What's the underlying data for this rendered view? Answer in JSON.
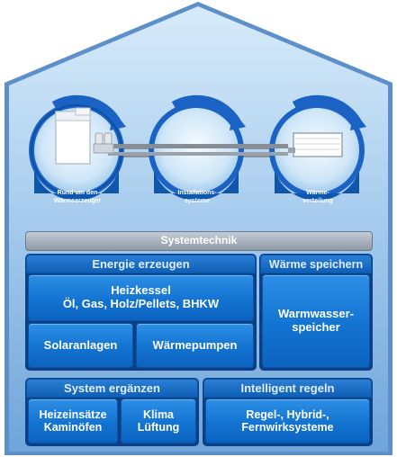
{
  "loops": [
    {
      "caption_1": "Rund um den",
      "caption_2": "Wärmeerzeuger",
      "icon": "boiler-icon"
    },
    {
      "caption_1": "Installations-",
      "caption_2": "systeme",
      "icon": "pipe-icon"
    },
    {
      "caption_1": "Wärme-",
      "caption_2": "verteilung",
      "icon": "radiator-icon"
    }
  ],
  "banner": {
    "label": "Systemtechnik"
  },
  "energy": {
    "header": "Energie erzeugen",
    "heizkessel_line1": "Heizkessel",
    "heizkessel_line2": "Öl, Gas, Holz/Pellets, BHKW",
    "solar": "Solaranlagen",
    "heatpump": "Wärmepumpen"
  },
  "storage": {
    "header": "Wärme speichern",
    "line1": "Warmwasser-",
    "line2": "speicher"
  },
  "extend": {
    "header": "System ergänzen",
    "a_line1": "Heizeinsätze",
    "a_line2": "Kaminöfen",
    "b_line1": "Klima",
    "b_line2": "Lüftung"
  },
  "control": {
    "header": "Intelligent regeln",
    "line1": "Regel-, Hybrid-,",
    "line2": "Fernwirksysteme"
  },
  "colors": {
    "roof_top": "#c9e2f6",
    "roof_bottom": "#7fb3e1",
    "tile": "#1373d1",
    "arrow": "#1a63c4",
    "banner": "#a9b4c0"
  }
}
